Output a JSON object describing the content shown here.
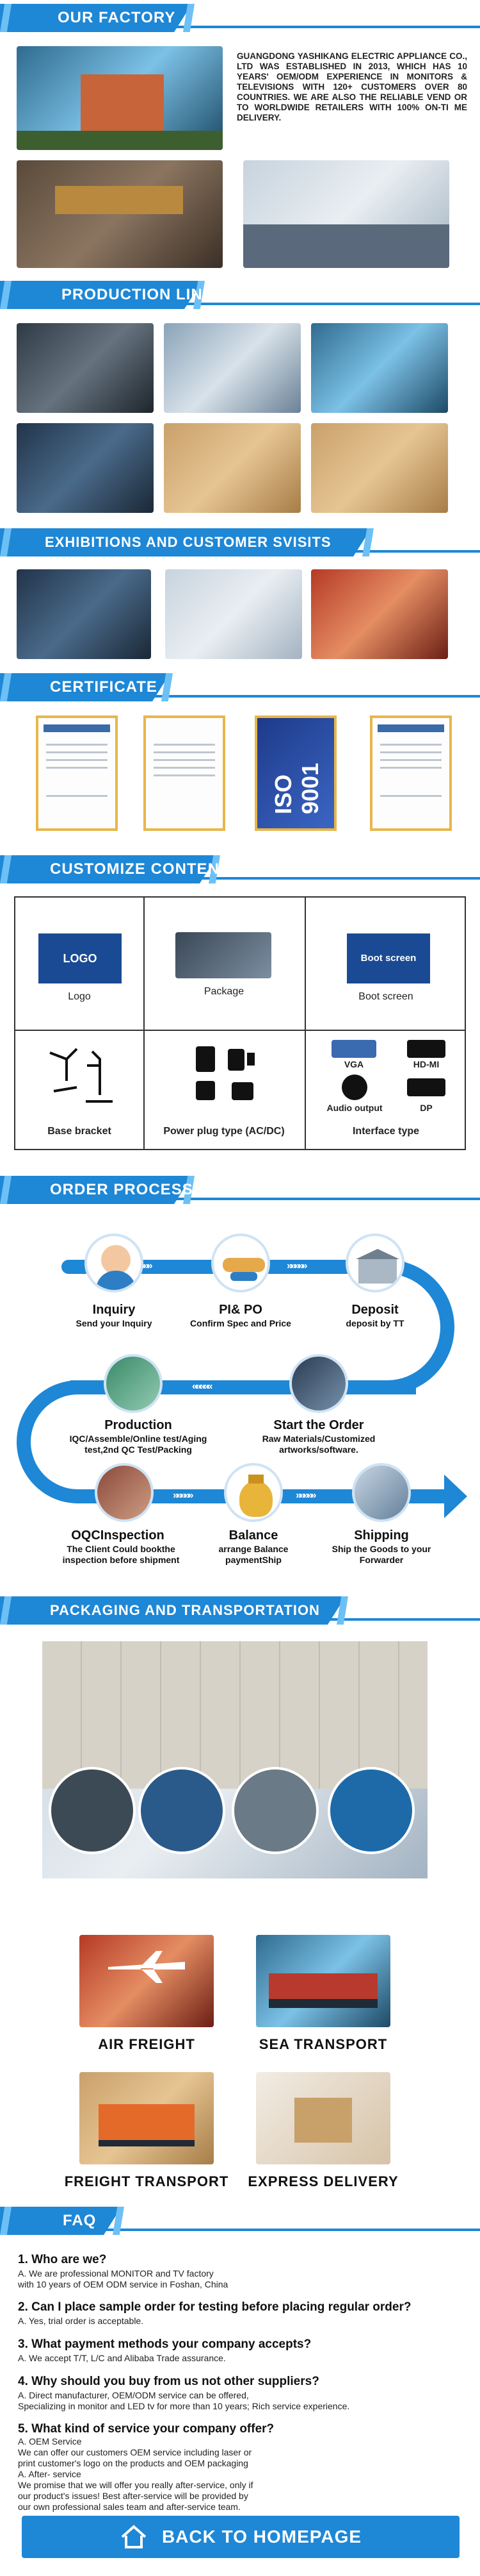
{
  "sections": {
    "factory": "OUR FACTORY",
    "production": "PRODUCTION LINE",
    "exhibitions": "EXHIBITIONS AND CUSTOMER SVISITS",
    "certificate": "CERTIFICATE",
    "customize": "CUSTOMIZE CONTENT",
    "order": "ORDER PROCESS",
    "packaging": "PACKAGING AND TRANSPORTATION",
    "faq": "FAQ"
  },
  "factory": {
    "description": "GUANGDONG YASHIKANG ELECTRIC APPLIANCE CO., LTD WAS ESTABLISHED IN 2013, WHICH HAS 10 YEARS' OEM/ODM EXPERIENCE IN MONITORS & TELEVISIONS WITH 120+ CUSTOMERS OVER 80 COUNTRIES. WE ARE ALSO THE RELIABLE VEND OR TO WORLDWIDE RETAILERS WITH 100% ON-TI ME DELIVERY."
  },
  "certificate": {
    "iso_text": "ISO 9001"
  },
  "customize": {
    "logo_box": "LOGO",
    "logo": "Logo",
    "package": "Package",
    "boot_box": "Boot screen",
    "boot": "Boot screen",
    "base": "Base bracket",
    "plug": "Power plug type (AC/DC)",
    "interface": "Interface type",
    "ports": [
      "VGA",
      "HD-MI",
      "Audio output",
      "DP"
    ]
  },
  "order": {
    "steps": [
      {
        "title": "Inquiry",
        "desc": "Send your Inquiry"
      },
      {
        "title": "PI& PO",
        "desc": "Confirm Spec and Price"
      },
      {
        "title": "Deposit",
        "desc": "deposit by TT"
      },
      {
        "title": "Production",
        "desc": "IQC/Assemble/Online test/Aging test,2nd QC Test/Packing"
      },
      {
        "title": "Start the Order",
        "desc": "Raw Materials/Customized artworks/software."
      },
      {
        "title": "OQCInspection",
        "desc": "The Client Could bookthe inspection before shipment"
      },
      {
        "title": "Balance",
        "desc": "arrange Balance paymentShip"
      },
      {
        "title": "Shipping",
        "desc": "Ship the Goods to your Forwarder"
      }
    ]
  },
  "transport": {
    "air": "AIR FREIGHT",
    "sea": "SEA TRANSPORT",
    "freight": "FREIGHT TRANSPORT",
    "express": "EXPRESS DELIVERY"
  },
  "faq": [
    {
      "q": "1. Who are we?",
      "a": [
        "A. We are professional MONITOR and TV factory",
        "with 10 years of OEM ODM service in Foshan, China"
      ]
    },
    {
      "q": "2. Can I place sample order for testing before placing regular order?",
      "a": [
        "A. Yes, trial order is acceptable."
      ]
    },
    {
      "q": "3. What payment methods your company accepts?",
      "a": [
        "A. We accept T/T, L/C and Alibaba Trade assurance."
      ]
    },
    {
      "q": "4. Why should you buy from us not other suppliers?",
      "a": [
        "A. Direct manufacturer, OEM/ODM service can be offered,",
        "Specializing in monitor and LED tv for more than 10 years; Rich service experience."
      ]
    },
    {
      "q": "5. What kind of service your company offer?",
      "a": [
        "A. OEM Service",
        "We can offer our customers OEM service including laser or",
        "print customer's logo on the products and OEM packaging",
        "A. After- service",
        "We promise that we will offer you really after-service, only if",
        "our product's issues!  Best after-service will be provided by",
        "our own professional sales team and after-service team."
      ]
    }
  ],
  "home_button": "BACK TO HOMEPAGE"
}
